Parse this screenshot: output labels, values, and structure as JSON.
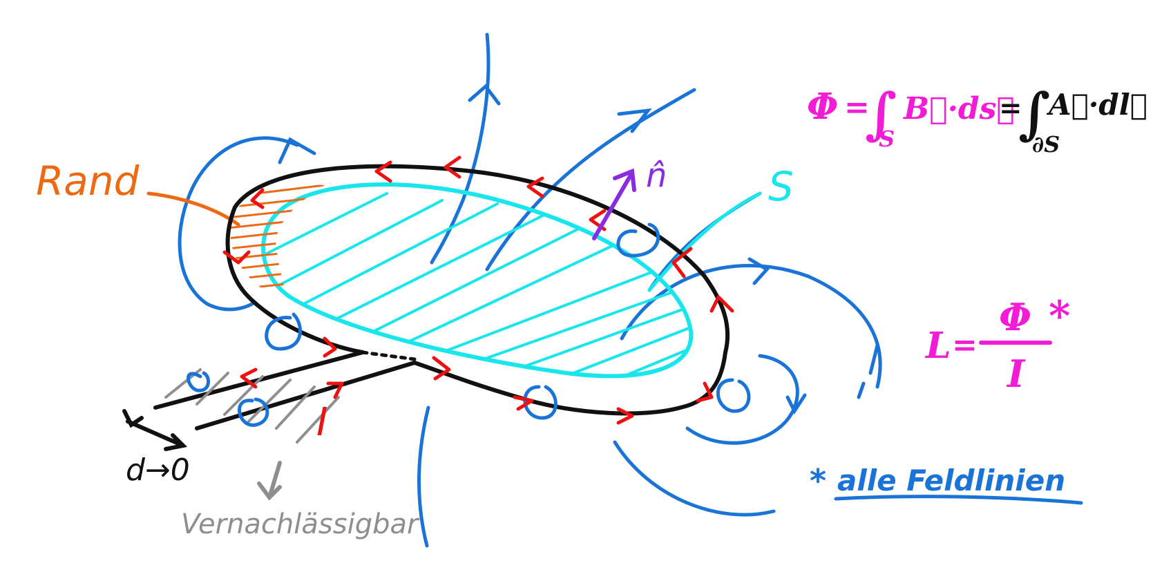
{
  "colors": {
    "loop": "#111111",
    "surface": "#18e6ec",
    "field": "#1a73d6",
    "current": "#ee1111",
    "rand": "#ee6a12",
    "normal": "#8a2be2",
    "formula": "#f21bd6",
    "negligible": "#8e8e8e",
    "note": "#1a73d6",
    "black": "#111111"
  },
  "labels": {
    "rand": "Rand",
    "normal": "n̂",
    "surface": "S",
    "current": "I",
    "distance": "d→0",
    "negligible": "Vernachlässigbar"
  },
  "formula_flux": {
    "phi": "Φ",
    "eq1": "=",
    "int1": "∫",
    "sub1": "S",
    "integrand1": "B⃗·ds⃗",
    "eq2": "=",
    "int2": "∫",
    "sub2": "∂S",
    "integrand2": "A⃗·dl⃗"
  },
  "formula_inductance": {
    "lhs": "L",
    "eq": "=",
    "numerator": "Φ",
    "denominator": "I",
    "star": "*"
  },
  "footnote": {
    "star": "*",
    "text": "alle Feldlinien"
  }
}
